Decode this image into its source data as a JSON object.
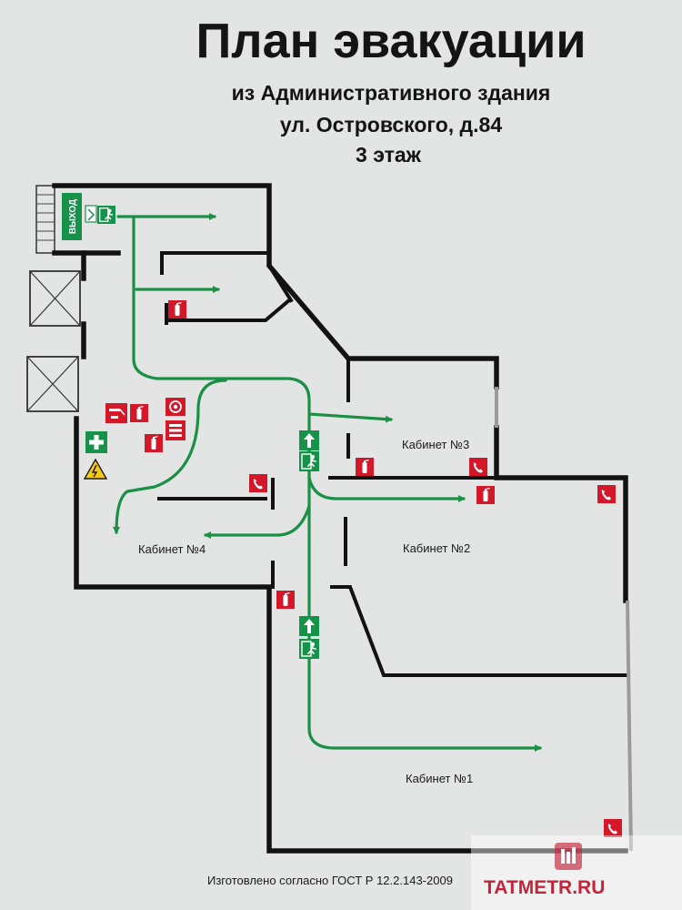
{
  "header": {
    "title": "План эвакуации",
    "subtitle_line1": "из Административного здания",
    "subtitle_line2": "ул. Островского, д.84",
    "subtitle_line3": "3 этаж"
  },
  "rooms": {
    "cabinet_1": "Кабинет №1",
    "cabinet_2": "Кабинет №2",
    "cabinet_3": "Кабинет №3",
    "cabinet_4": "Кабинет №4"
  },
  "signs": {
    "exit_label": "ВЫХОД"
  },
  "footer": {
    "text": "Изготовлено согласно ГОСТ Р 12.2.143-2009"
  },
  "watermark": {
    "text": "TATMETR.RU"
  },
  "colors": {
    "background": "#e3e5e4",
    "route": "#1b8f45",
    "fire_sign": "#d3182a",
    "walls": "#121212",
    "watermark": "#c4243a"
  },
  "icons": [
    "exit-sign-icon",
    "running-man-icon",
    "fire-extinguisher-icon",
    "fire-phone-icon",
    "fire-hydrant-icon",
    "fire-alarm-icon",
    "first-aid-icon",
    "electrical-hazard-icon",
    "direction-arrow-icon",
    "building-logo-icon"
  ]
}
